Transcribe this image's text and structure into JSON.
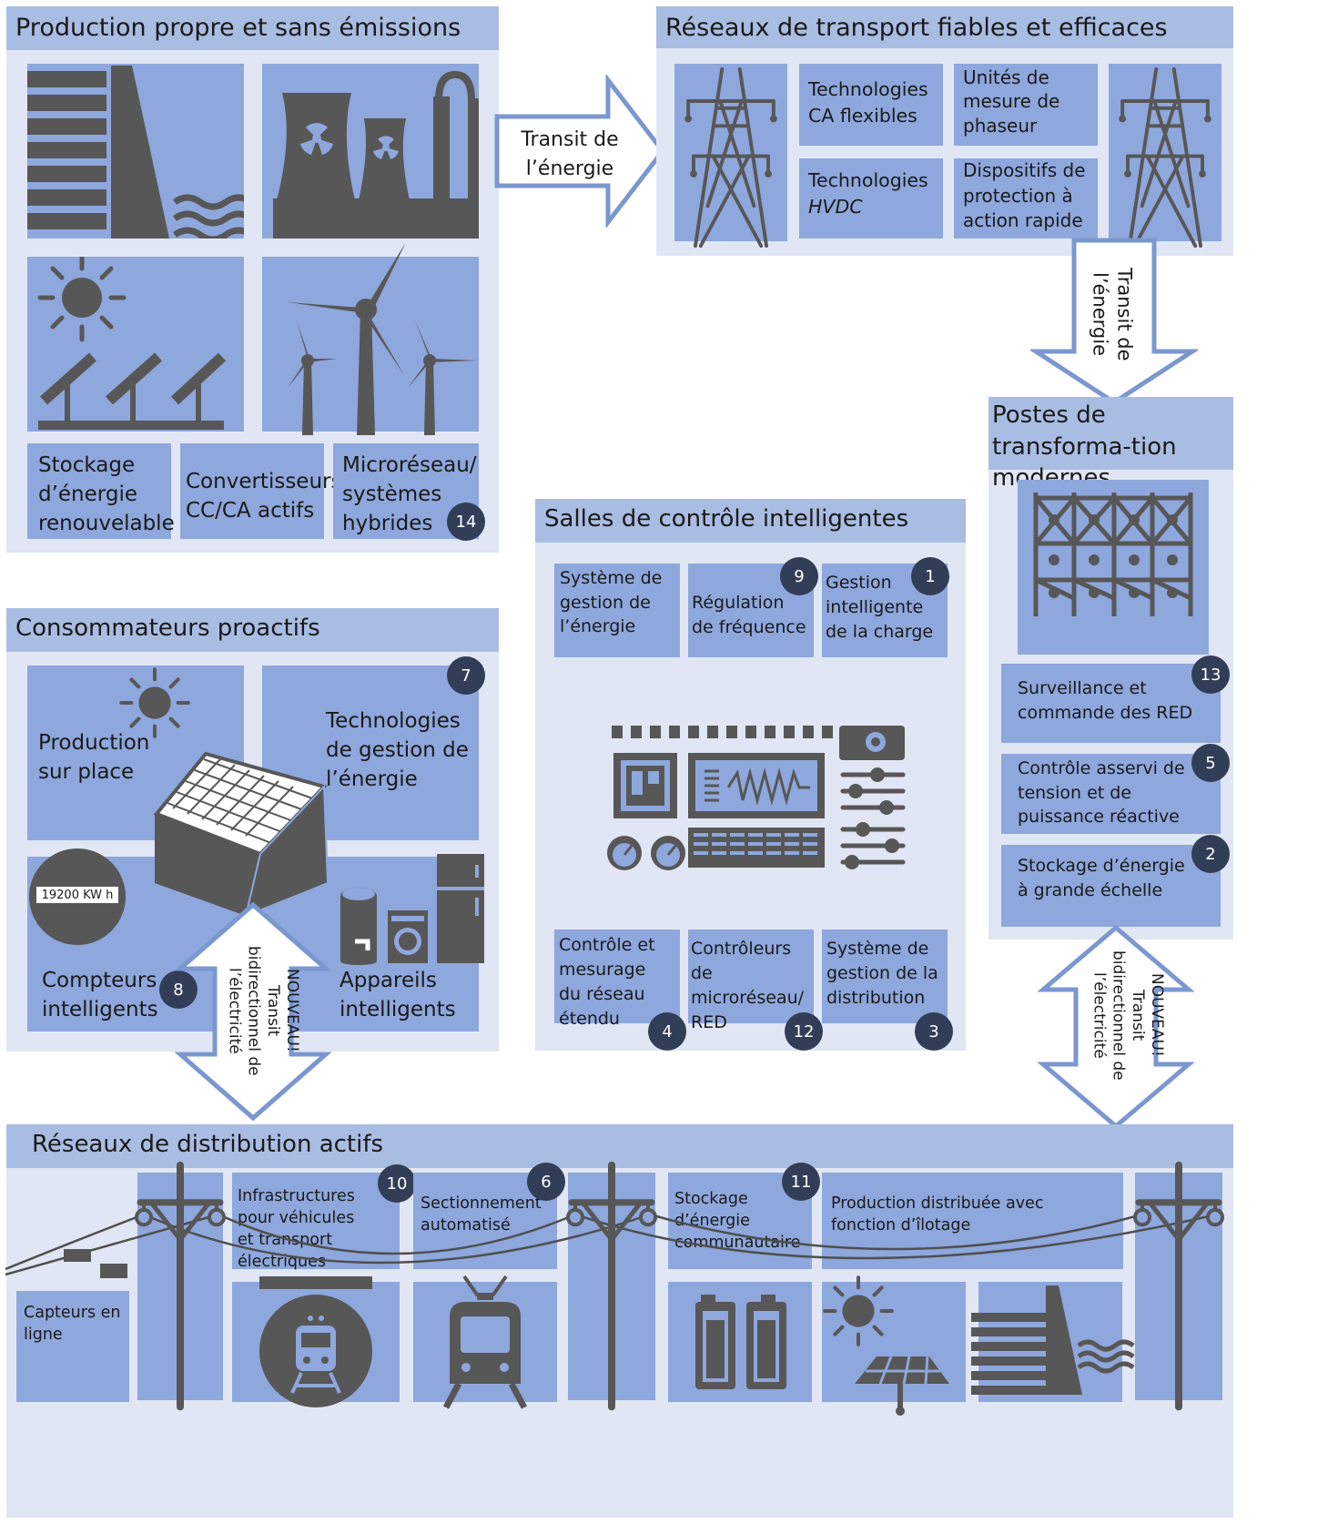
{
  "production": {
    "title": "Production propre et sans émissions",
    "items": [
      "Stockage d’énergie renouvelable",
      "Convertisseurs CC/CA actifs",
      "Microréseau/ systèmes hybrides"
    ],
    "badge": "14"
  },
  "arrow_top": "Transit de l’énergie",
  "arrow_right": "Transit de l’énergie",
  "transport": {
    "title": "Réseaux de transport fiables et efficaces",
    "items": [
      "Technologies CA flexibles",
      "Unités de mesure de phaseur",
      "Technologies",
      "HVDC",
      "Dispositifs de protection à action rapide"
    ]
  },
  "postes": {
    "title": "Postes de transforma-tion modernes",
    "items": [
      {
        "label": "Surveillance et commande des RED",
        "badge": "13"
      },
      {
        "label": "Contrôle asservi de tension et de puissance réactive",
        "badge": "5"
      },
      {
        "label": "Stockage d’énergie à grande échelle",
        "badge": "2"
      }
    ]
  },
  "salles": {
    "title": "Salles de contrôle intelligentes",
    "top": [
      {
        "label": "Système de gestion de l’énergie",
        "badge": ""
      },
      {
        "label": "Régulation de fréquence",
        "badge": "9"
      },
      {
        "label": "Gestion intelligente de la charge",
        "badge": "1"
      }
    ],
    "bottom": [
      {
        "label": "Contrôle et mesurage du réseau étendu",
        "badge": "4"
      },
      {
        "label": "Contrôleurs de microréseau/ RED",
        "badge": "12"
      },
      {
        "label": "Système de gestion de la distribution",
        "badge": "3"
      }
    ]
  },
  "consommateurs": {
    "title": "Consommateurs proactifs",
    "production": "Production sur place",
    "technologies": "Technologies de gestion de l’énergie",
    "badge_tech": "7",
    "meter": "19200 KW h",
    "compteurs": "Compteurs intelligents",
    "badge_compteurs": "8",
    "appareils": "Appareils intelligents"
  },
  "bidir_left": "NOUVEAU! Transit bidirectionnel de l’électricité",
  "bidir_right": "NOUVEAU! Transit bidirectionnel de l’électricité",
  "distribution": {
    "title": "Réseaux de distribution actifs",
    "capteurs": "Capteurs en ligne",
    "items": [
      {
        "label": "Infrastructures pour véhicules et transport électriques",
        "badge": "10"
      },
      {
        "label": "Sectionnement automatisé",
        "badge": "6"
      },
      {
        "label": "Stockage d’énergie communautaire",
        "badge": "11"
      },
      {
        "label": "Production distribuée avec fonction d’îlotage",
        "badge": ""
      }
    ]
  }
}
